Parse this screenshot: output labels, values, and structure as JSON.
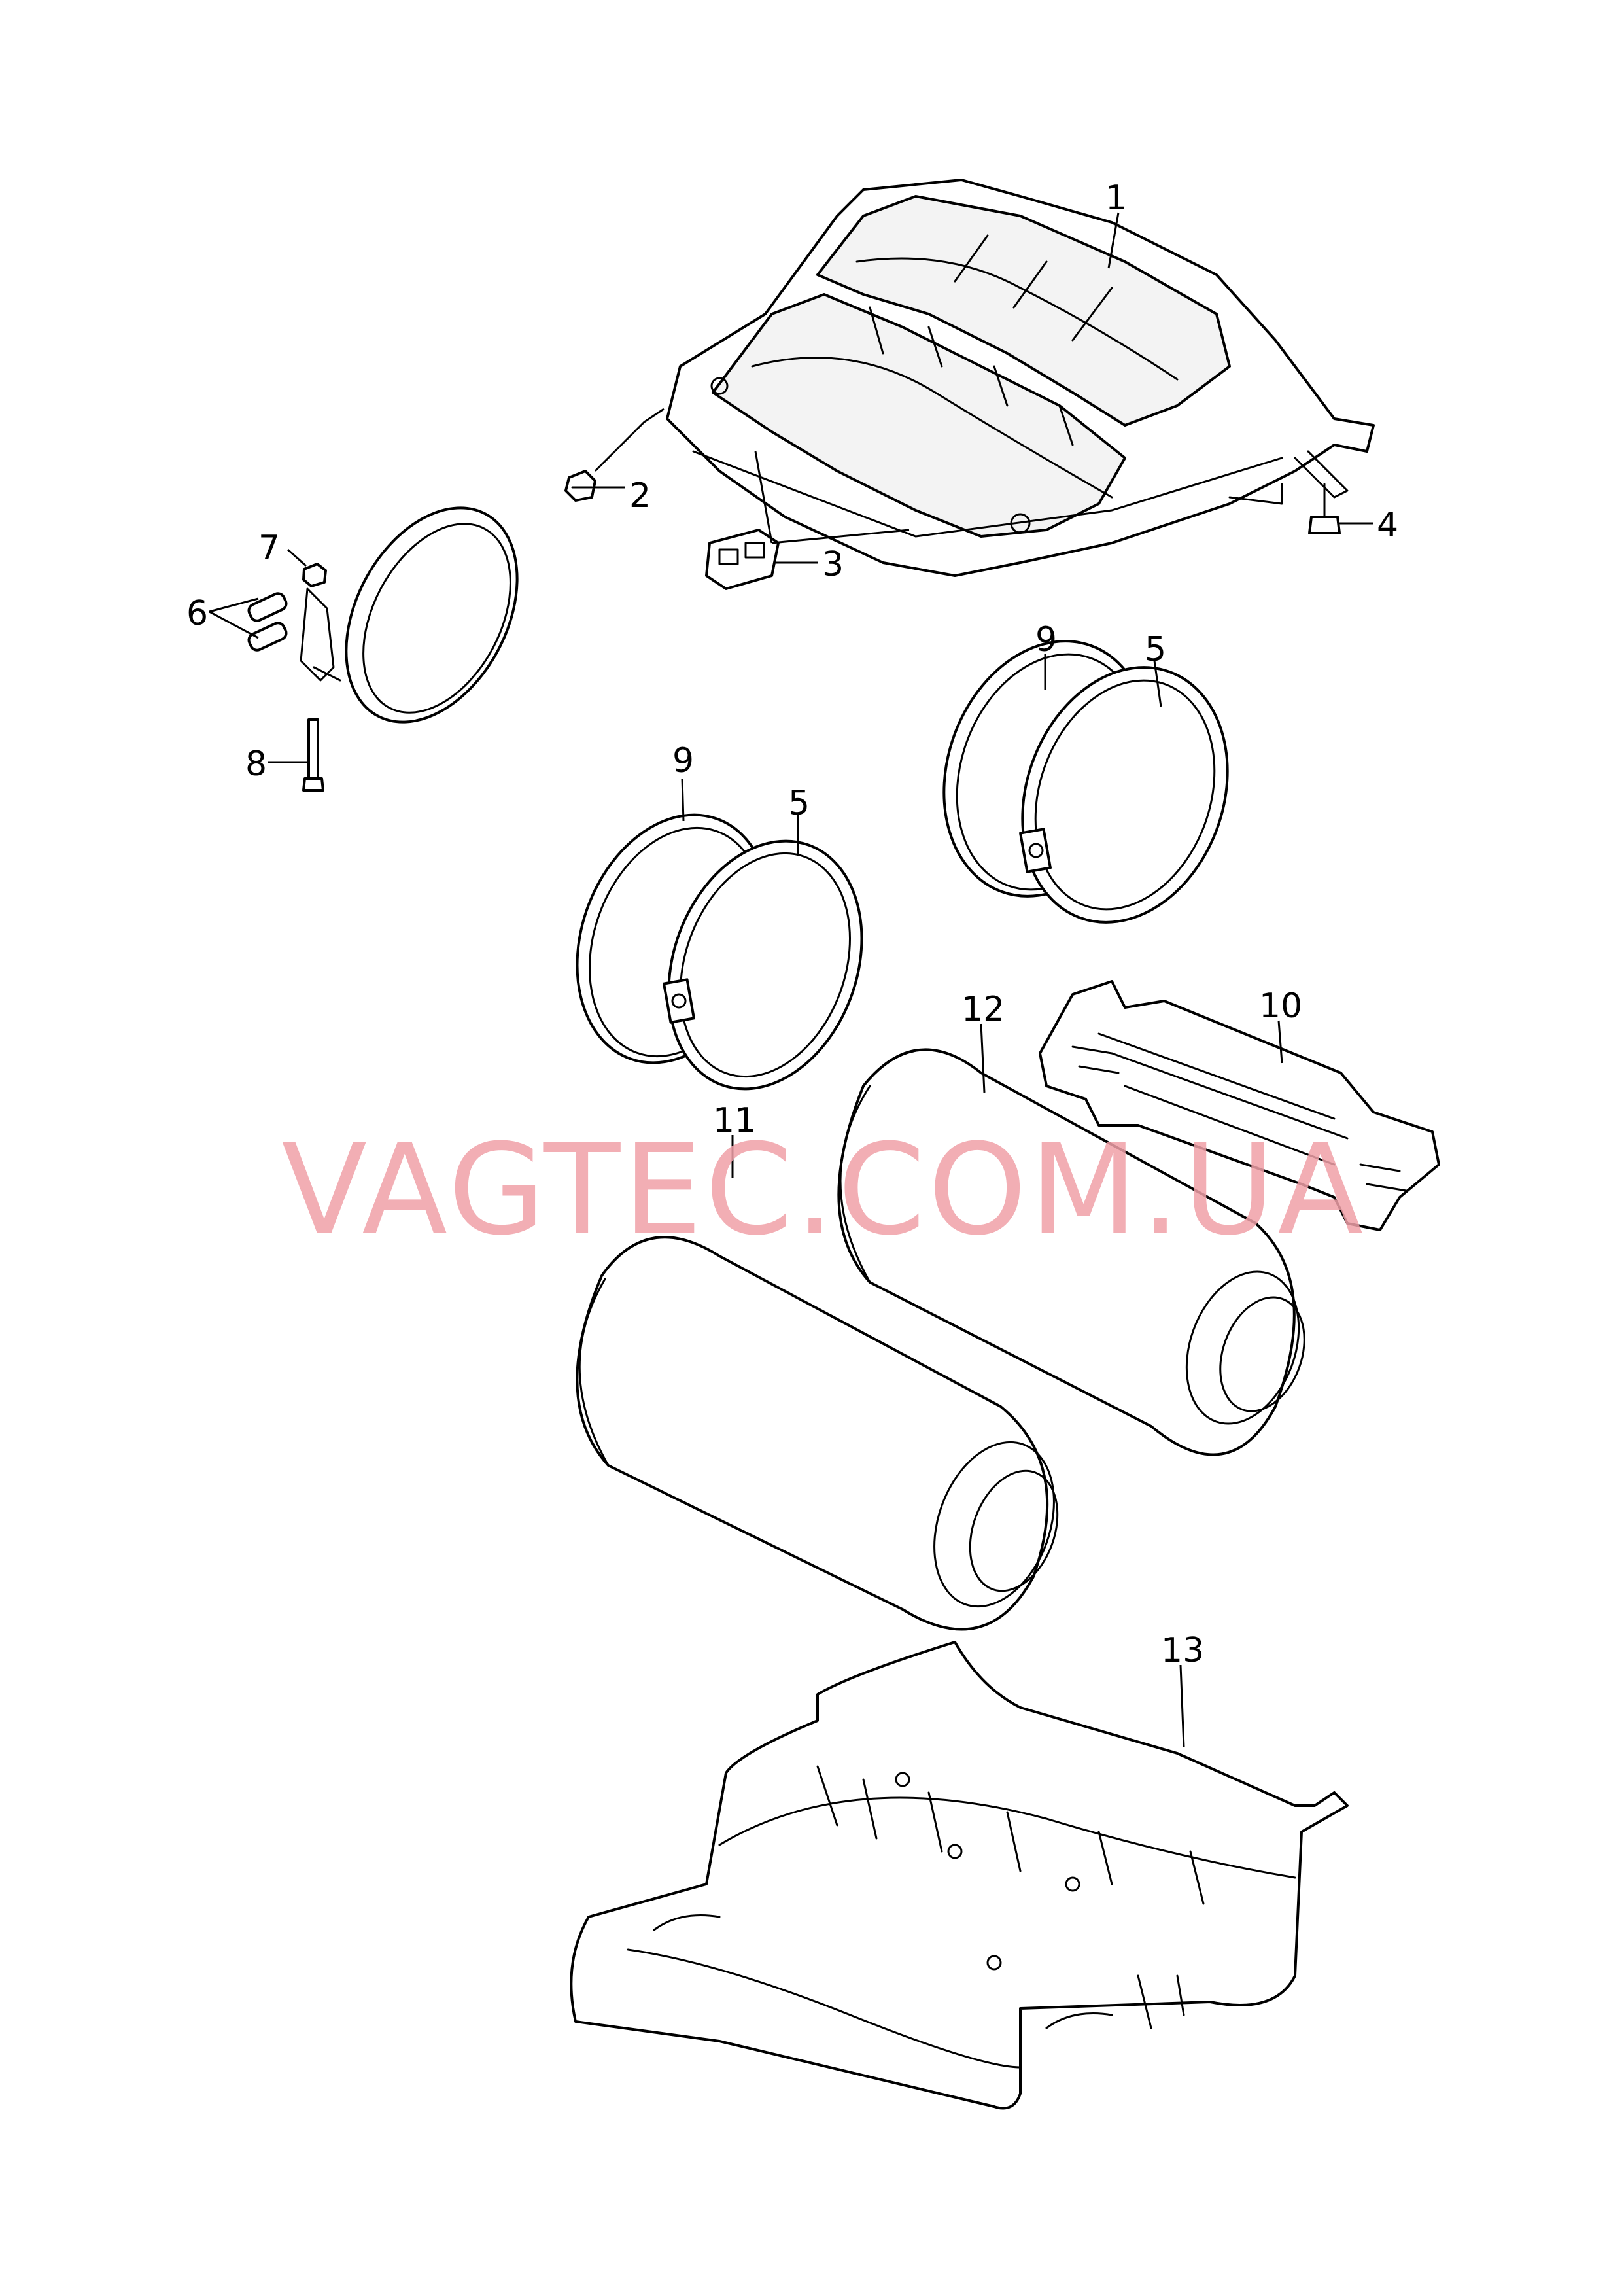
{
  "watermark": "VAGTEC.COM.UA",
  "callouts": {
    "c1": "1",
    "c2": "2",
    "c3": "3",
    "c4": "4",
    "c5a": "5",
    "c5b": "5",
    "c6": "6",
    "c7": "7",
    "c8": "8",
    "c9a": "9",
    "c9b": "9",
    "c10": "10",
    "c11": "11",
    "c12": "12",
    "c13": "13"
  },
  "colors": {
    "line": "#000000",
    "watermark": "#f0a0a8",
    "background": "#ffffff"
  }
}
